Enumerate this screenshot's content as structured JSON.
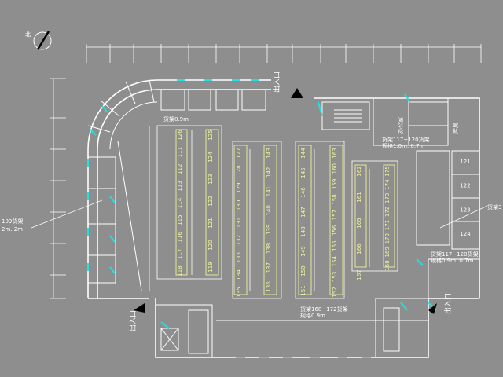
{
  "drawing": {
    "background": "#8e8e8e",
    "wall_color": "#ffffff",
    "door_color": "#22e0e0",
    "shelf_color": "#e8e896",
    "north_symbol": "北",
    "entrances": {
      "top": "出入口",
      "left_bottom": "出入口",
      "right_bottom": "出入口"
    },
    "rooms": {
      "office": "办公室",
      "storage": "库房"
    },
    "notes": {
      "shelf_depth_top": "货架0.9m",
      "shelf_117_120": "货架117~120货架",
      "shelf_117_120_size": "规格1.0m. 0.7m",
      "shelf_117_120_right": "货架117~120货架",
      "shelf_117_120_right_size": "规格0.9m. 0.7m",
      "shelf_168_172": "货架168~172货架",
      "shelf_168_172_size": "规格0.9m",
      "left_callout_1": "109货架",
      "left_callout_2": "2m. 2m",
      "right_callout": "货架3"
    },
    "shelf_numbers": {
      "col1": [
        "126",
        "111",
        "112",
        "113",
        "114",
        "115",
        "116",
        "117",
        "118"
      ],
      "col2": [
        "125",
        "124",
        "123",
        "122",
        "121",
        "120",
        "119"
      ],
      "col3": [
        "127",
        "128",
        "129",
        "130",
        "131",
        "132",
        "133",
        "134",
        "135"
      ],
      "col4": [
        "143",
        "142",
        "141",
        "140",
        "139",
        "138",
        "137",
        "136"
      ],
      "col5": [
        "144",
        "145",
        "146",
        "147",
        "148",
        "149",
        "150",
        "151"
      ],
      "col6": [
        "163",
        "160",
        "159",
        "158",
        "157",
        "156",
        "155",
        "154",
        "153",
        "152"
      ],
      "col7": [
        "162",
        "161",
        "165",
        "166",
        "167"
      ],
      "col8": [
        "175",
        "174",
        "173",
        "172",
        "171",
        "170",
        "169",
        "168"
      ],
      "right_rooms": [
        "121",
        "122",
        "123",
        "124"
      ]
    }
  }
}
